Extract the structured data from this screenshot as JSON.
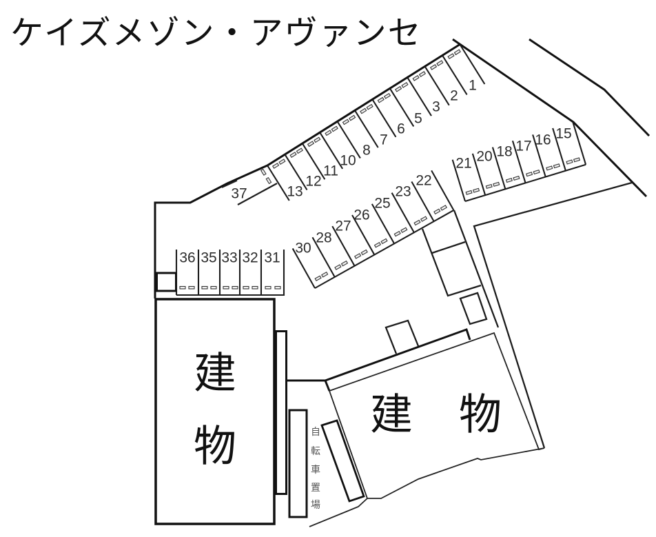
{
  "title": "ケイズメゾン・アヴァンセ",
  "parking": {
    "top_row": {
      "spaces": [
        "13",
        "12",
        "11",
        "10",
        "8",
        "7",
        "6",
        "5",
        "3",
        "2",
        "1"
      ]
    },
    "corner_space": "37",
    "right_row": {
      "spaces": [
        "21",
        "20",
        "18",
        "17",
        "16",
        "15"
      ]
    },
    "middle_row": {
      "spaces": [
        "30",
        "28",
        "27",
        "26",
        "25",
        "23",
        "22"
      ]
    },
    "left_row": {
      "spaces": [
        "36",
        "35",
        "33",
        "32",
        "31"
      ]
    }
  },
  "buildings": [
    {
      "label": "建物",
      "chars": [
        "建",
        "物"
      ]
    },
    {
      "label": "建物",
      "chars": [
        "建",
        "物"
      ]
    }
  ],
  "bicycle_parking": {
    "label": "自転車置場",
    "chars": [
      "自",
      "転",
      "車",
      "置",
      "場"
    ]
  },
  "colors": {
    "line": "#1c1c1c",
    "text": "#2b2b2b",
    "background": "#ffffff"
  }
}
